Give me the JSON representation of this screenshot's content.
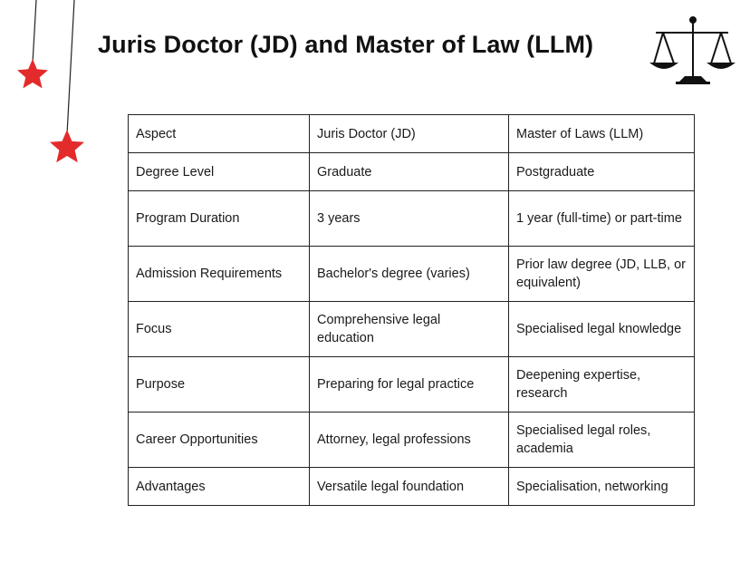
{
  "title": "Juris Doctor (JD) and Master of Law (LLM)",
  "colors": {
    "star": "#e32b2b",
    "text": "#111111",
    "border": "#222222",
    "icon": "#111111"
  },
  "icons": [
    "hanging-star-icon",
    "hanging-star-icon",
    "scales-of-justice-icon"
  ],
  "table": {
    "header": [
      "Aspect",
      "Juris Doctor (JD)",
      "Master of Laws (LLM)"
    ],
    "rows": [
      [
        "Degree Level",
        "Graduate",
        "Postgraduate"
      ],
      [
        "Program Duration",
        "3 years",
        "1 year (full-time) or part-time"
      ],
      [
        "Admission Requirements",
        "Bachelor's degree (varies)",
        "Prior law degree (JD, LLB, or equivalent)"
      ],
      [
        "Focus",
        "Comprehensive legal education",
        "Specialised legal knowledge"
      ],
      [
        "Purpose",
        "Preparing for legal practice",
        "Deepening expertise, research"
      ],
      [
        "Career Opportunities",
        "Attorney, legal professions",
        "Specialised legal roles, academia"
      ],
      [
        "Advantages",
        "Versatile legal foundation",
        "Specialisation, networking"
      ]
    ]
  }
}
